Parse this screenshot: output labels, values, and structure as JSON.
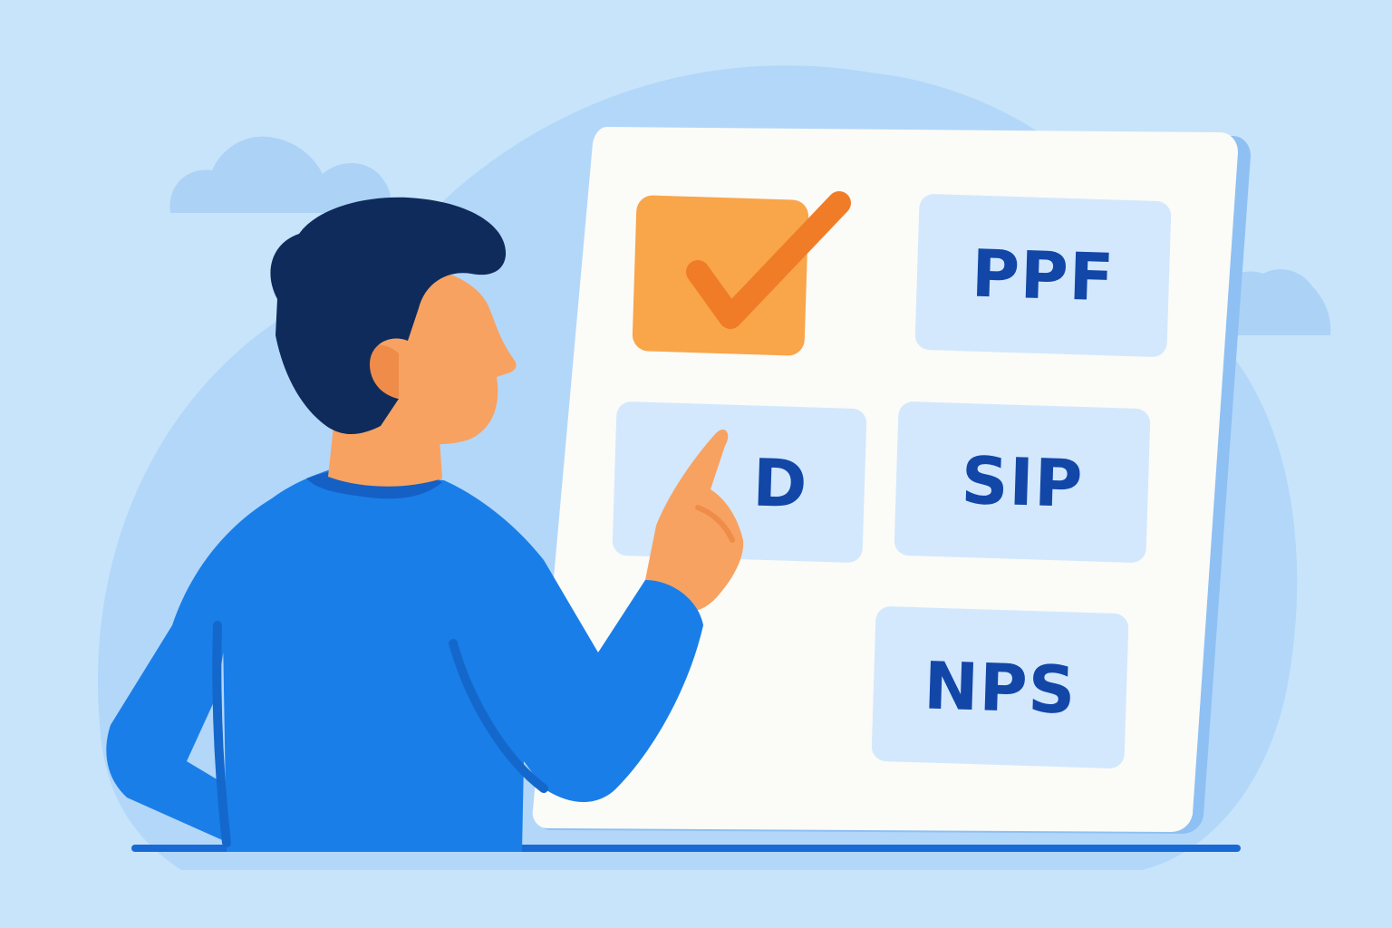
{
  "options": {
    "ppf": "PPF",
    "d": "D",
    "sip": "SIP",
    "nps": "NPS"
  },
  "checkbox": {
    "state": "checked",
    "icon": "checkmark-icon"
  },
  "colors": {
    "background": "#c7e4fb",
    "board": "#fbfbf8",
    "tile": "#d3e8fd",
    "tile_text": "#1247a8",
    "checkbox": "#f9a54a",
    "checkmark": "#f07c28",
    "shirt": "#1a7ee8",
    "hair": "#0f2b5c",
    "skin": "#f7a261"
  }
}
